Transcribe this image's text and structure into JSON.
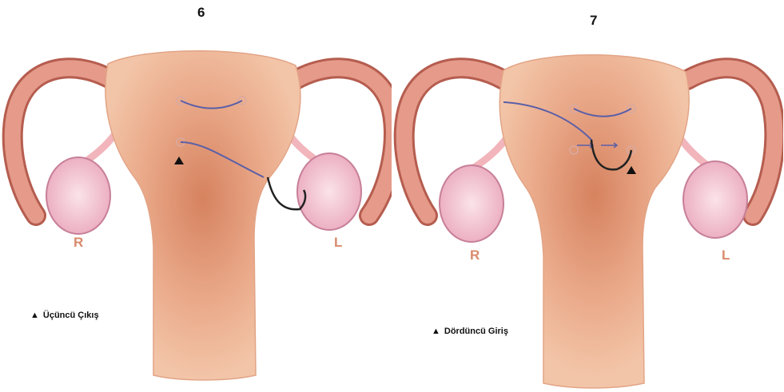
{
  "panels": [
    {
      "number": "6",
      "right_label": "R",
      "left_label": "L",
      "legend": {
        "marker": "▲",
        "text": "Üçüncü Çıkış"
      }
    },
    {
      "number": "7",
      "right_label": "R",
      "left_label": "L",
      "legend": {
        "marker": "▲",
        "text": "Dördüncü Giriş"
      }
    }
  ],
  "colors": {
    "uterus_light": "#f3c2a4",
    "uterus_center": "#d6825f",
    "tube": "#e59a8a",
    "tube_dark": "#b55d4f",
    "ovary": "#f4c9d6",
    "ligament": "#f1b5bb",
    "suture": "#5a5fa8",
    "needle": "#222222"
  },
  "icons": [
    "triangle-marker-icon",
    "needle-icon"
  ]
}
